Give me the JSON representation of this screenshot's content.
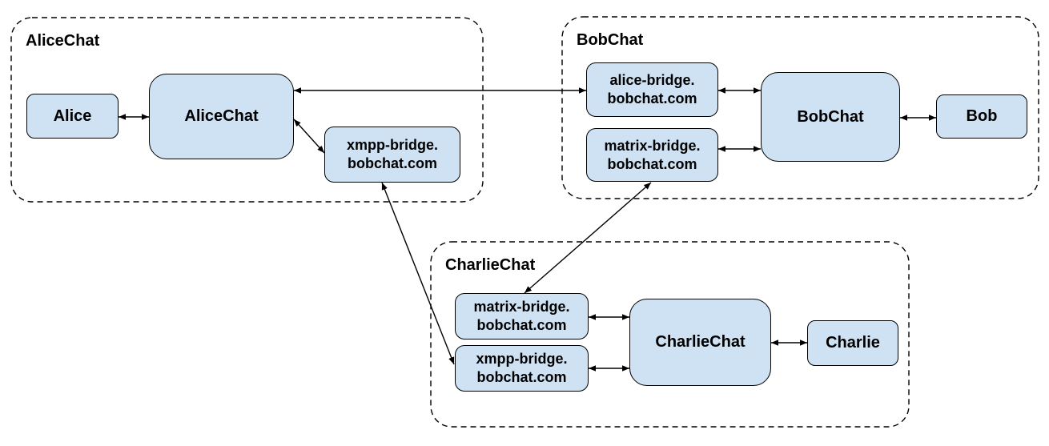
{
  "colors": {
    "background": "#ffffff",
    "node_fill": "#cfe2f3",
    "node_border": "#000000",
    "connector": "#000000",
    "text": "#000000"
  },
  "groups": {
    "alicechat": {
      "title": "AliceChat"
    },
    "bobchat": {
      "title": "BobChat"
    },
    "charliechat": {
      "title": "CharlieChat"
    }
  },
  "nodes": {
    "alice": {
      "label": "Alice"
    },
    "alicechat_server": {
      "label": "AliceChat"
    },
    "xmpp_bridge_alice": {
      "line1": "xmpp-bridge.",
      "line2": "bobchat.com"
    },
    "alice_bridge_bob": {
      "line1": "alice-bridge.",
      "line2": "bobchat.com"
    },
    "matrix_bridge_bob": {
      "line1": "matrix-bridge.",
      "line2": "bobchat.com"
    },
    "bobchat_server": {
      "label": "BobChat"
    },
    "bob": {
      "label": "Bob"
    },
    "matrix_bridge_charlie": {
      "line1": "matrix-bridge.",
      "line2": "bobchat.com"
    },
    "xmpp_bridge_charlie": {
      "line1": "xmpp-bridge.",
      "line2": "bobchat.com"
    },
    "charliechat_server": {
      "label": "CharlieChat"
    },
    "charlie": {
      "label": "Charlie"
    }
  }
}
